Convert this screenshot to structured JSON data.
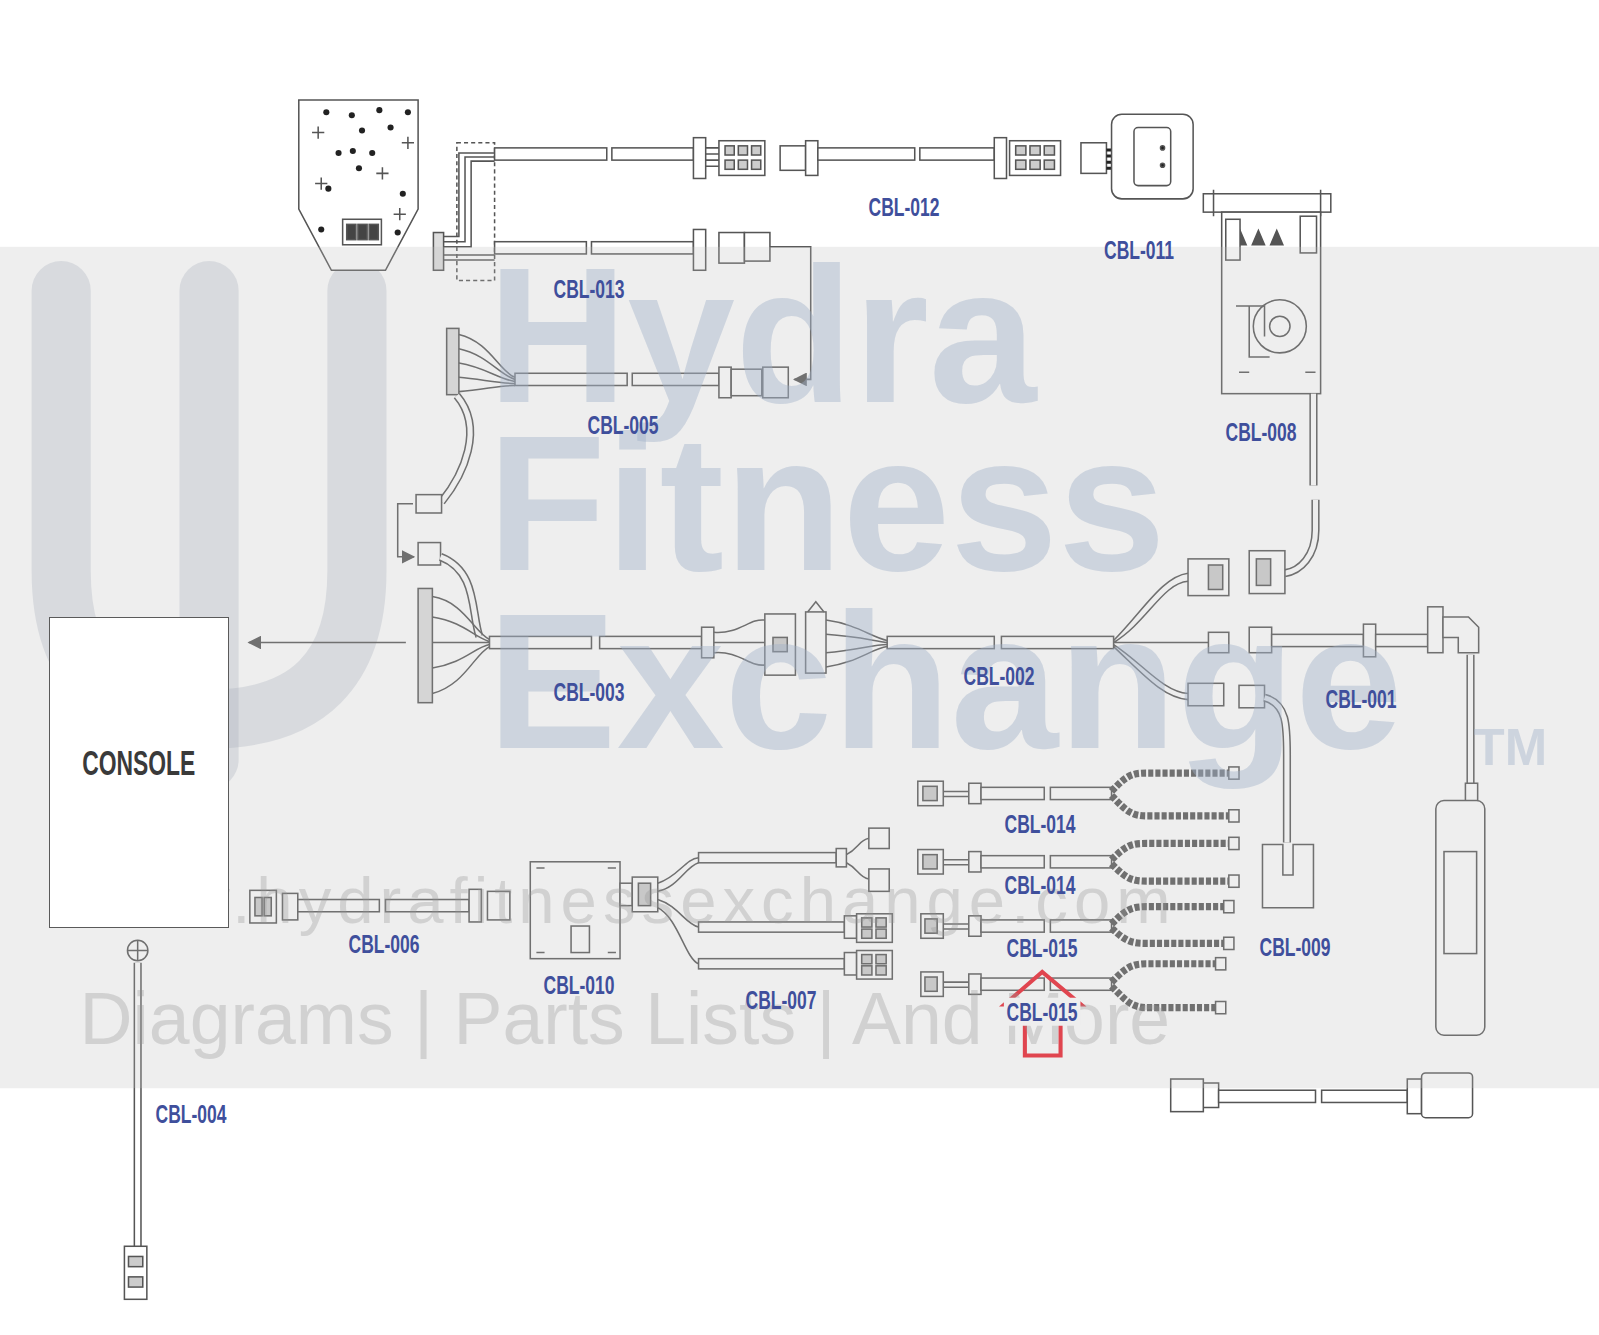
{
  "diagram": {
    "nodes": [
      {
        "text": [
          "CONSOLE"
        ]
      }
    ],
    "labels": [
      "CBL-012",
      "CBL-011",
      "CBL-013",
      "CBL-005",
      "CBL-008",
      "CBL-003",
      "CBL-002",
      "CBL-001",
      "CBL-014",
      "CBL-014",
      "CBL-015",
      "CBL-015",
      "CBL-009",
      "CBL-006",
      "CBL-010",
      "CBL-007",
      "CBL-004",
      "Hydra",
      "Fitness",
      "Exchange",
      "TM",
      "www.hydrafitnessexchange.com",
      "Diagrams | Parts Lists | And More"
    ]
  }
}
